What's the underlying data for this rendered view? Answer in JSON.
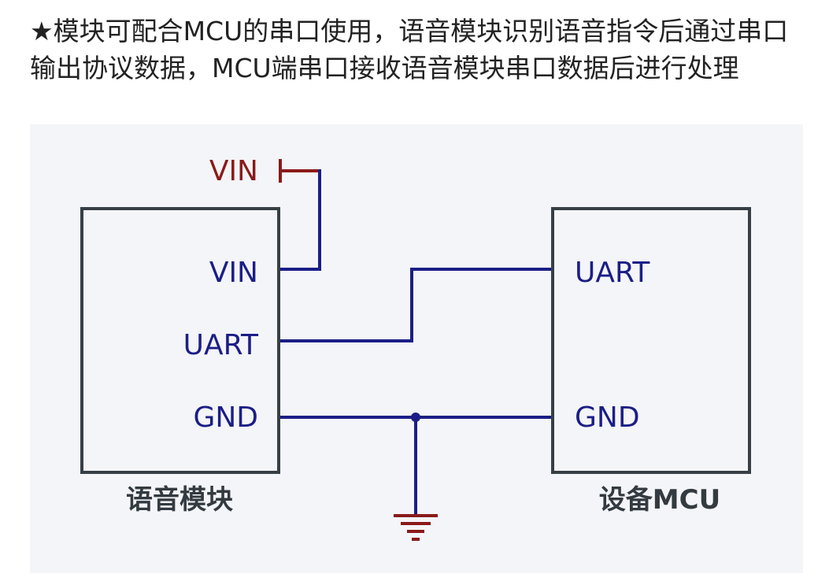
{
  "intro": {
    "text": "★模块可配合MCU的串口使用，语音模块识别语音指令后通过串口输出协议数据，MCU端串口接收语音模块串口数据后进行处理"
  },
  "diagram": {
    "supply_label": "VIN",
    "voice_module": {
      "caption": "语音模块",
      "pins": {
        "vin": "VIN",
        "uart": "UART",
        "gnd": "GND"
      }
    },
    "mcu": {
      "caption": "设备MCU",
      "pins": {
        "uart": "UART",
        "gnd": "GND"
      }
    },
    "colors": {
      "signal": "#1b1e86",
      "supply": "#8a1a1a",
      "block_outline": "#373f45",
      "panel": "#f4f5f8"
    }
  }
}
